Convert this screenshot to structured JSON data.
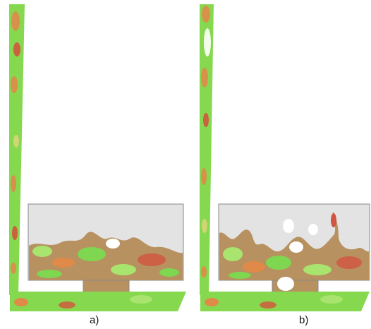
{
  "panels": [
    {
      "id": "a",
      "label": "a)"
    },
    {
      "id": "b",
      "label": "b)"
    }
  ],
  "colors": {
    "background": "#ffffff",
    "chamber_gray": "#e3e3e3",
    "chamber_outline": "#8a8a8a",
    "green": "#7fd650",
    "light_green": "#a8e46e",
    "orange": "#e08a4a",
    "red": "#d2553f",
    "brown": "#b79160",
    "yellow": "#d9d67a"
  }
}
